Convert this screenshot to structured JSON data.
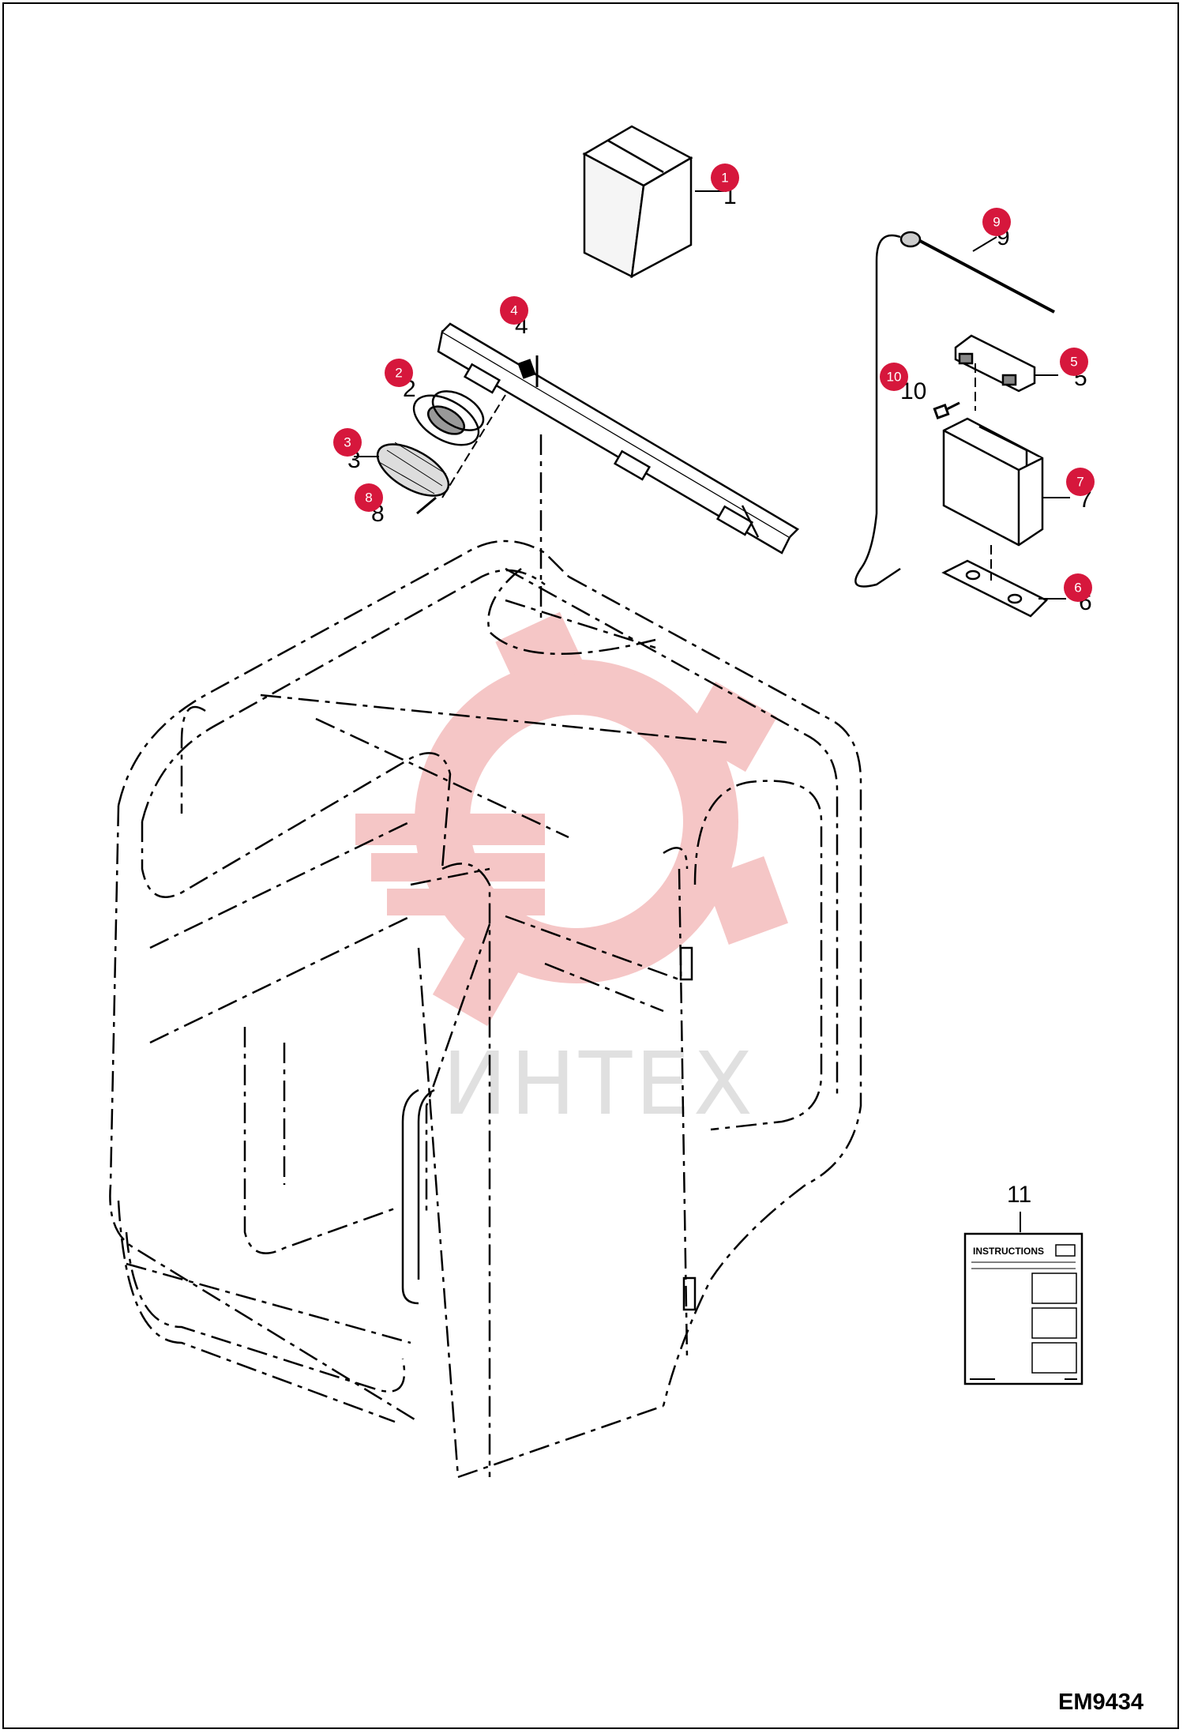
{
  "diagram_code": "EM9434",
  "watermark_text": "ИНТЕХ",
  "booklet_label": "INSTRUCTIONS",
  "parts": [
    {
      "id": "1",
      "label": "1"
    },
    {
      "id": "2",
      "label": "2"
    },
    {
      "id": "3",
      "label": "3"
    },
    {
      "id": "4",
      "label": "4"
    },
    {
      "id": "5",
      "label": "5"
    },
    {
      "id": "6",
      "label": "6"
    },
    {
      "id": "7",
      "label": "7"
    },
    {
      "id": "8",
      "label": "8"
    },
    {
      "id": "9",
      "label": "9"
    },
    {
      "id": "10",
      "label": "10"
    },
    {
      "id": "11",
      "label": "11"
    }
  ],
  "colors": {
    "callout": "#d6173c",
    "line": "#000000",
    "watermark": "#f2b3b3"
  }
}
